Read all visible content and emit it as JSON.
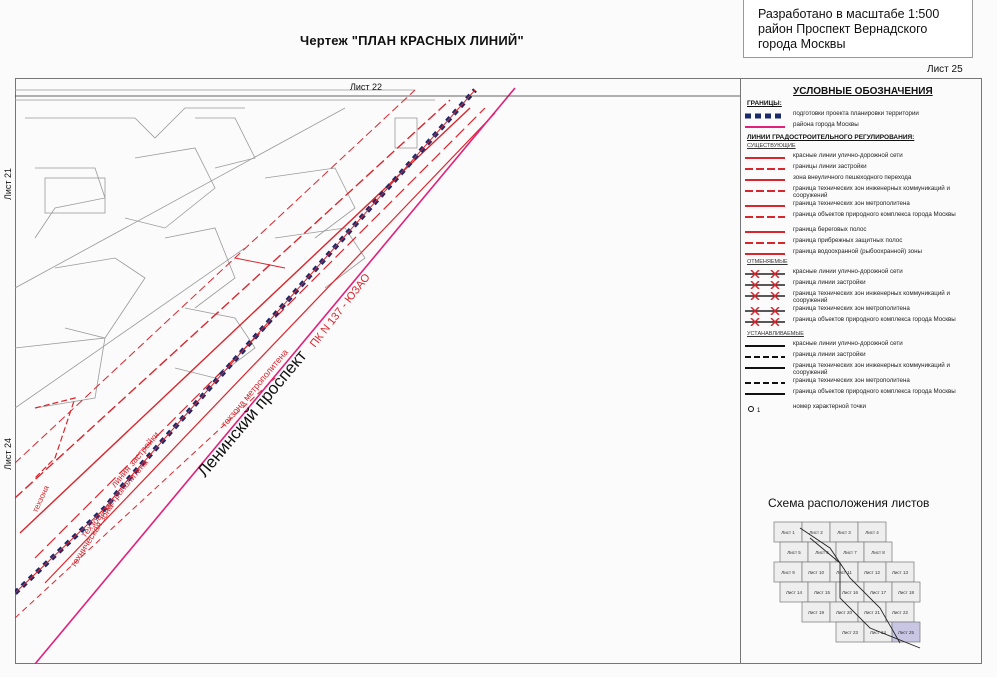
{
  "title": "Чертеж \"ПЛАН КРАСНЫХ ЛИНИЙ\"",
  "stamp": {
    "line1": "Разработано в масштабе 1:500",
    "line2": "район Проспект Вернадского",
    "line3": "города Москвы"
  },
  "sheet_label": "Лист 25",
  "neighbors": {
    "top": "Лист 22",
    "left_top": "Лист 21",
    "left_bottom": "Лист 24"
  },
  "map_labels": {
    "avenue": "Ленинский проспект",
    "pk": "ПК N 137 - ЮЗАО",
    "metro_zone": "техзона метрополитена",
    "metro_zone2": "техзона метрополитена",
    "build_line": "линия застройки",
    "tech_zone": "техническая зона",
    "tech_zone2": "техзона"
  },
  "legend": {
    "title": "УСЛОВНЫЕ ОБОЗНАЧЕНИЯ",
    "borders_head": "ГРАНИЦЫ:",
    "borders": [
      {
        "text": "подготовки проекта планировки территории",
        "sym": "dashed-navy"
      },
      {
        "text": "района города Москвы",
        "sym": "pink"
      }
    ],
    "reg_head": "ЛИНИИ ГРАДОСТРОИТЕЛЬНОГО РЕГУЛИРОВАНИЯ:",
    "existing_head": "СУЩЕСТВУЮЩИЕ",
    "existing": [
      "красные линии улично-дорожной сети",
      "границы линии застройки",
      "зона внеуличного пешеходного перехода",
      "граница технических зон инженерных коммуникаций и сооружений",
      "граница технических зон метрополитена",
      "граница объектов природного комплекса города Москвы",
      "граница береговых полос",
      "граница прибрежных защитных полос",
      "граница водоохранной (рыбоохранной) зоны"
    ],
    "cancelled_head": "ОТМЕНЯЕМЫЕ",
    "cancelled": [
      "красные линии улично-дорожной сети",
      "граница линии застройки",
      "граница технических зон инженерных коммуникаций и сооружений",
      "граница технических зон метрополитена",
      "граница объектов природного комплекса города Москвы"
    ],
    "established_head": "УСТАНАВЛИВАЕМЫЕ",
    "established": [
      "красные линии улично-дорожной сети",
      "граница линии застройки",
      "граница технических зон инженерных коммуникаций и сооружений",
      "граница технических зон метрополитена",
      "граница объектов природного комплекса города Москвы",
      "номер характерной точки"
    ]
  },
  "scheme": {
    "title": "Схема расположения листов",
    "cells": [
      "Лист 1",
      "Лист 2",
      "Лист 3",
      "Лист 4",
      "Лист 5",
      "Лист 6",
      "Лист 7",
      "Лист 8",
      "Лист 9",
      "Лист 10",
      "Лист 11",
      "Лист 12",
      "Лист 13",
      "Лист 14",
      "Лист 15",
      "Лист 16",
      "Лист 17",
      "Лист 18",
      "Лист 19",
      "Лист 20",
      "Лист 21",
      "Лист 22",
      "Лист 23",
      "Лист 24",
      "Лист 25"
    ]
  },
  "colors": {
    "red": "#d8262e",
    "pink": "#e0207a",
    "navy": "#1b2a6b",
    "gray": "#9a9a9a"
  }
}
